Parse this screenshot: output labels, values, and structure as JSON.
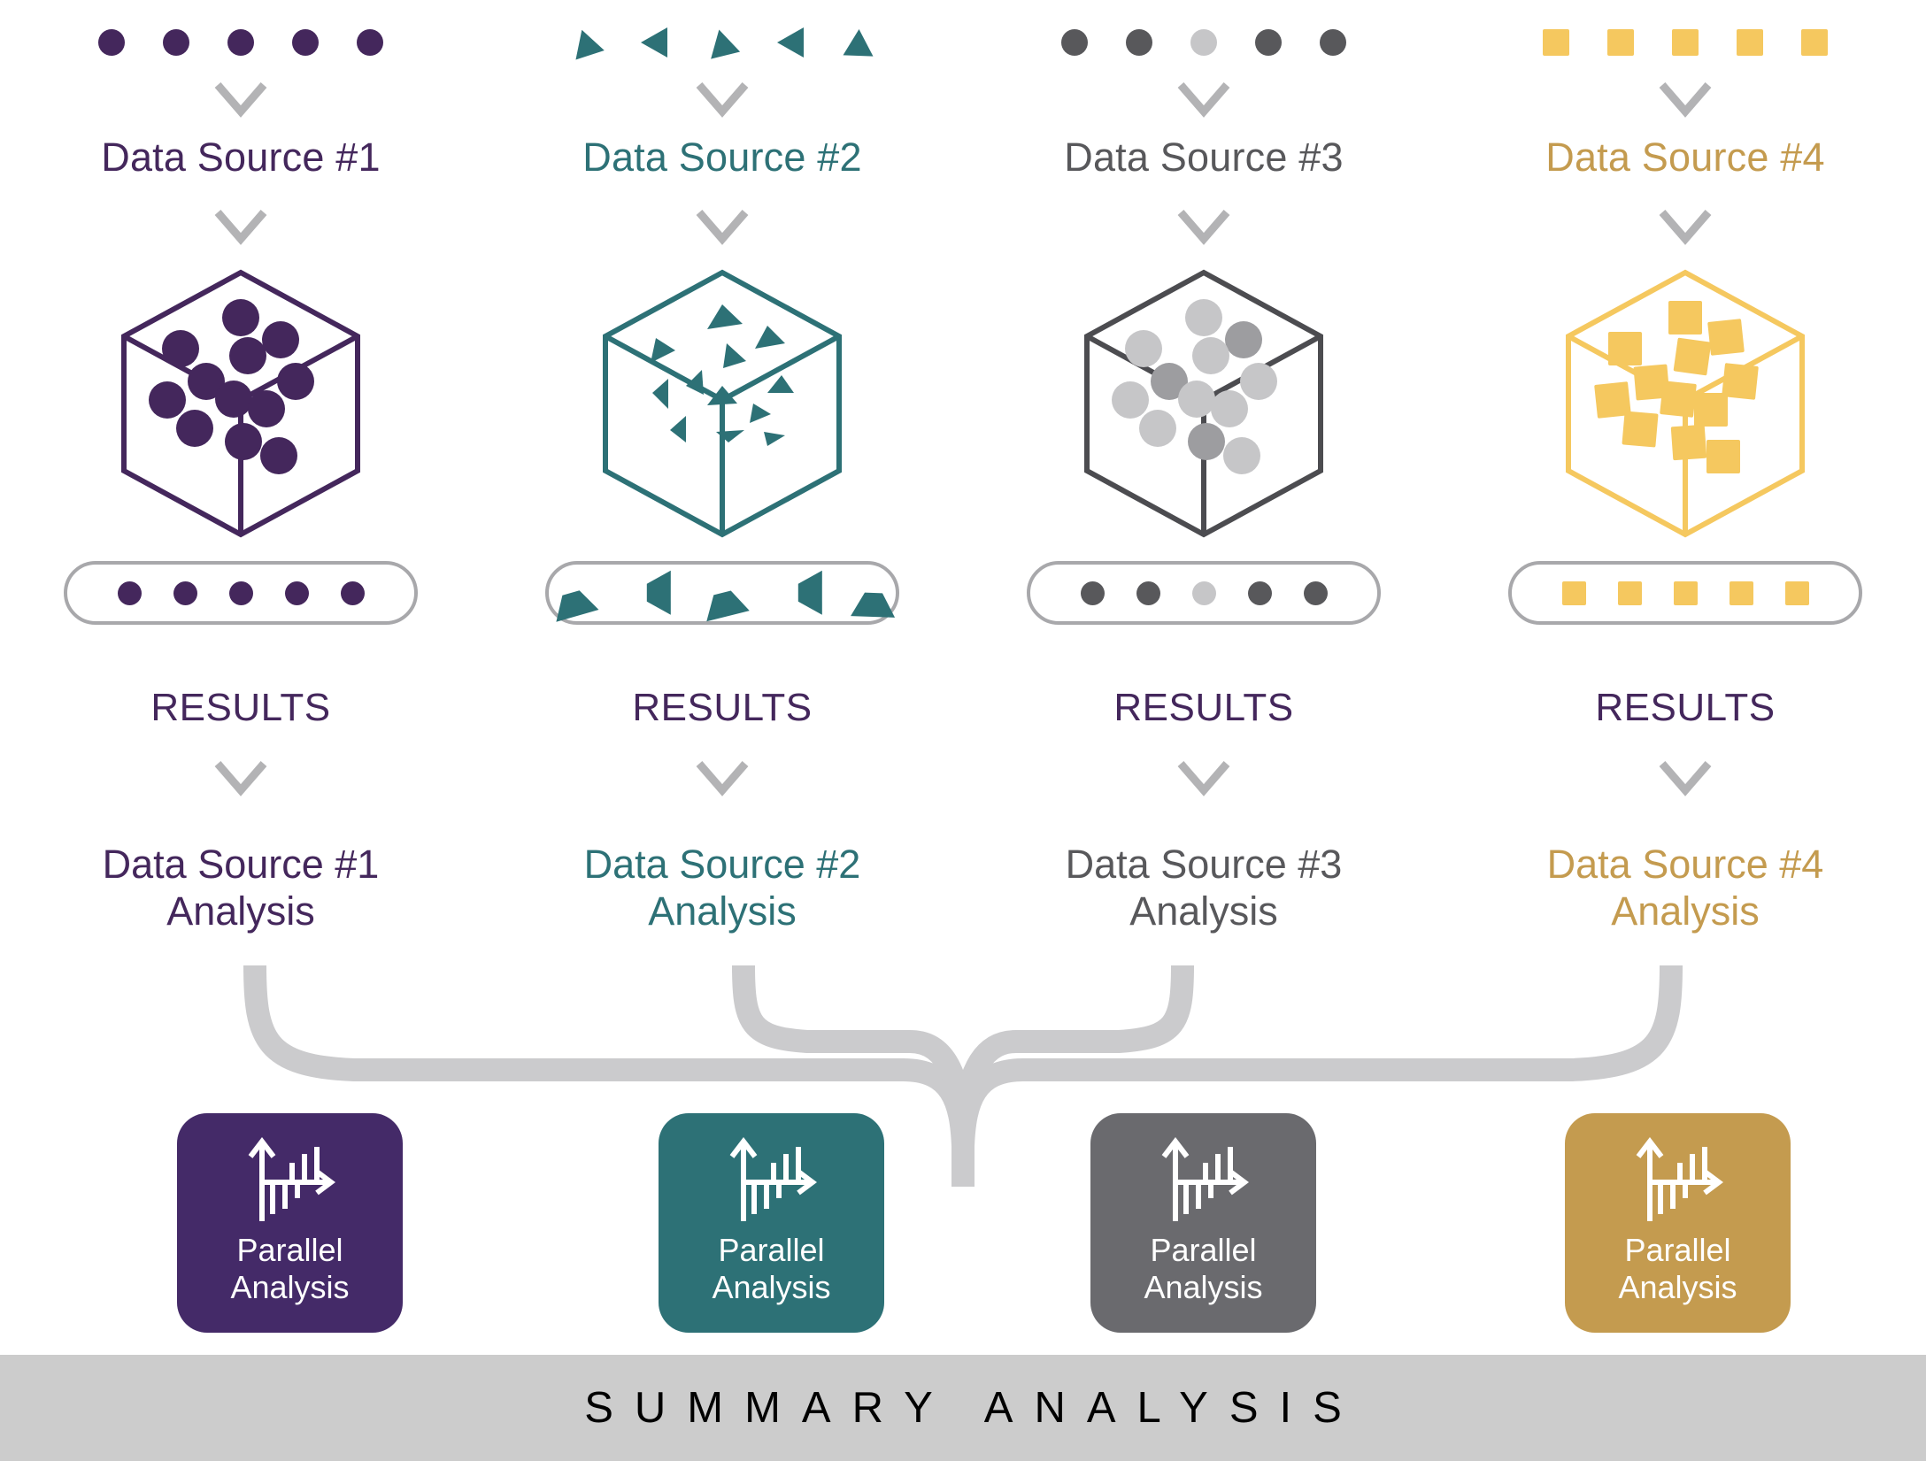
{
  "palette": {
    "purple": "#44275c",
    "teal": "#2d7176",
    "gray": "#58585b",
    "gray_light": "#c6c6c8",
    "gold": "#f5c85f",
    "gold_dark": "#c49b4f",
    "box_purple": "#442a68",
    "box_teal": "#2d7176",
    "box_gray": "#6a6a6e",
    "box_gold": "#c49b4f",
    "arrow_gray": "#b3b3b5",
    "outline_gray": "#a8a8ab",
    "summary_bg": "#cccccc",
    "summary_fg": "#000000"
  },
  "columns": [
    {
      "id": "column-1",
      "source_label": "Data Source #1",
      "label_color": "#44275c",
      "marker_shape": "circle",
      "marker_color": "#44275c",
      "top_markers": [
        "circle",
        "circle",
        "circle",
        "circle",
        "circle"
      ],
      "cube_color": "#44275c",
      "pill_markers": [
        "circle",
        "circle",
        "circle",
        "circle",
        "circle"
      ],
      "results_label": "RESULTS",
      "analysis_label": "Data Source #1\nAnalysis",
      "analysis_color": "#44275c",
      "box_color": "#442a68",
      "box_label": "Parallel\nAnalysis",
      "box_icon": "bar-chart-axes-icon"
    },
    {
      "id": "column-2",
      "source_label": "Data Source #2",
      "label_color": "#2d7176",
      "marker_shape": "triangle",
      "marker_color": "#2d7176",
      "top_markers": [
        "triangle",
        "triangle",
        "triangle",
        "triangle",
        "triangle"
      ],
      "cube_color": "#2d7176",
      "pill_markers": [
        "triangle",
        "triangle",
        "triangle",
        "triangle",
        "triangle"
      ],
      "results_label": "RESULTS",
      "analysis_label": "Data Source #2\nAnalysis",
      "analysis_color": "#2d7176",
      "box_color": "#2d7176",
      "box_label": "Parallel\nAnalysis",
      "box_icon": "bar-chart-axes-icon"
    },
    {
      "id": "column-3",
      "source_label": "Data Source #3",
      "label_color": "#58585b",
      "marker_shape": "circle",
      "marker_color": "#58585b",
      "top_markers": [
        "circle",
        "circle",
        "circle-light",
        "circle",
        "circle"
      ],
      "cube_color": "#58585b",
      "pill_markers": [
        "circle",
        "circle",
        "circle-light",
        "circle",
        "circle"
      ],
      "results_label": "RESULTS",
      "analysis_label": "Data Source #3\nAnalysis",
      "analysis_color": "#58585b",
      "box_color": "#6a6a6e",
      "box_label": "Parallel\nAnalysis",
      "box_icon": "bar-chart-axes-icon"
    },
    {
      "id": "column-4",
      "source_label": "Data Source #4",
      "label_color": "#c49b4f",
      "marker_shape": "square",
      "marker_color": "#f5c85f",
      "top_markers": [
        "square",
        "square",
        "square",
        "square",
        "square"
      ],
      "cube_color": "#f5c85f",
      "pill_markers": [
        "square",
        "square",
        "square",
        "square",
        "square"
      ],
      "results_label": "RESULTS",
      "analysis_label": "Data Source #4\nAnalysis",
      "analysis_color": "#c49b4f",
      "box_color": "#c49b4f",
      "box_label": "Parallel\nAnalysis",
      "box_icon": "bar-chart-axes-icon"
    }
  ],
  "summary": {
    "label": "SUMMARY ANALYSIS"
  },
  "flow": {
    "chevron_icon": "chevron-down-icon",
    "converge_icon": "converging-arrows-icon"
  }
}
